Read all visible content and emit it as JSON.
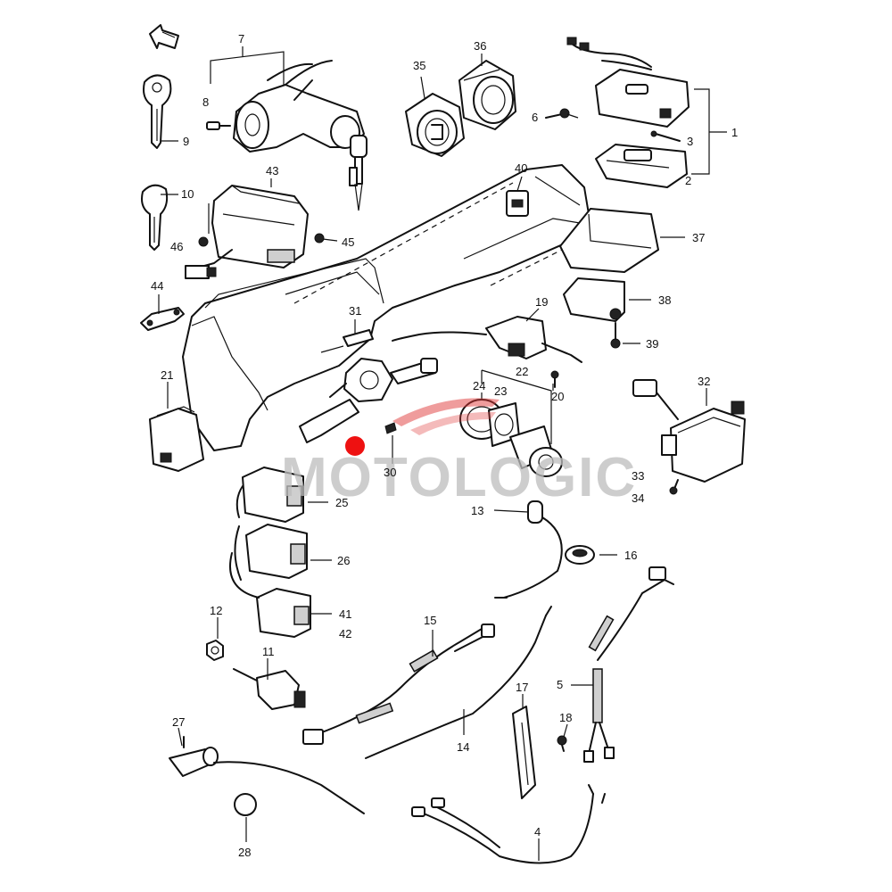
{
  "watermark": {
    "text": "MOTOLOGIC",
    "color": "#bdbdbd",
    "logo_accent": "#e03a3a"
  },
  "marker": {
    "color": "#ee1111"
  },
  "callouts": [
    {
      "id": "c1",
      "text": "1"
    },
    {
      "id": "c2",
      "text": "2"
    },
    {
      "id": "c3",
      "text": "3"
    },
    {
      "id": "c4",
      "text": "4"
    },
    {
      "id": "c5",
      "text": "5"
    },
    {
      "id": "c6",
      "text": "6"
    },
    {
      "id": "c7",
      "text": "7"
    },
    {
      "id": "c8",
      "text": "8"
    },
    {
      "id": "c9",
      "text": "9"
    },
    {
      "id": "c10",
      "text": "10"
    },
    {
      "id": "c11",
      "text": "11"
    },
    {
      "id": "c12",
      "text": "12"
    },
    {
      "id": "c13",
      "text": "13"
    },
    {
      "id": "c14",
      "text": "14"
    },
    {
      "id": "c15",
      "text": "15"
    },
    {
      "id": "c16",
      "text": "16"
    },
    {
      "id": "c17",
      "text": "17"
    },
    {
      "id": "c18",
      "text": "18"
    },
    {
      "id": "c19",
      "text": "19"
    },
    {
      "id": "c20",
      "text": "20"
    },
    {
      "id": "c21",
      "text": "21"
    },
    {
      "id": "c22",
      "text": "22"
    },
    {
      "id": "c23",
      "text": "23"
    },
    {
      "id": "c24",
      "text": "24"
    },
    {
      "id": "c25",
      "text": "25"
    },
    {
      "id": "c26",
      "text": "26"
    },
    {
      "id": "c27",
      "text": "27"
    },
    {
      "id": "c28",
      "text": "28"
    },
    {
      "id": "c30",
      "text": "30"
    },
    {
      "id": "c31",
      "text": "31"
    },
    {
      "id": "c32",
      "text": "32"
    },
    {
      "id": "c33",
      "text": "33"
    },
    {
      "id": "c34",
      "text": "34"
    },
    {
      "id": "c35",
      "text": "35"
    },
    {
      "id": "c36",
      "text": "36"
    },
    {
      "id": "c37",
      "text": "37"
    },
    {
      "id": "c38",
      "text": "38"
    },
    {
      "id": "c39",
      "text": "39"
    },
    {
      "id": "c40",
      "text": "40"
    },
    {
      "id": "c41",
      "text": "41"
    },
    {
      "id": "c42",
      "text": "42"
    },
    {
      "id": "c43",
      "text": "43"
    },
    {
      "id": "c44",
      "text": "44"
    },
    {
      "id": "c45",
      "text": "45"
    },
    {
      "id": "c46",
      "text": "46"
    }
  ]
}
